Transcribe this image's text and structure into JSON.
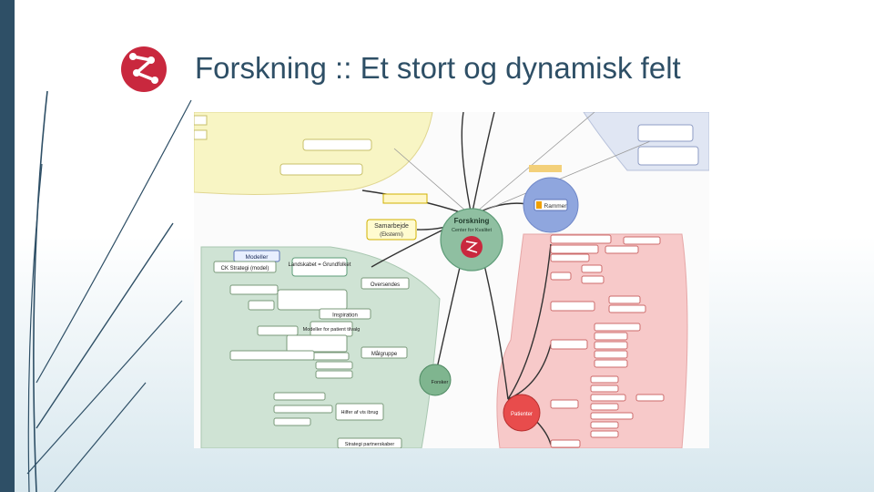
{
  "slide": {
    "title": "Forskning :: Et stort og dynamisk felt",
    "colors": {
      "accent": "#c9283e",
      "title": "#2e4f66",
      "left_bar": "#2e4f66",
      "yellow_region": "#f8f5c4",
      "green_region": "#cfe3d4",
      "red_region": "#f7c9c9",
      "blue_region": "#e0e6f3"
    },
    "logo_icon": "share-network-icon"
  },
  "mindmap": {
    "center": {
      "label": "Forskning",
      "sublabel": "Center for Kvalitet"
    },
    "samarbejde": {
      "label": "Samarbejde",
      "sublabel": "(Eksterni)"
    },
    "rammer": {
      "label": "Rammer"
    },
    "green_nodes": {
      "modeller": "Modeller",
      "ck_strategi": "CK Strategi (model)",
      "landskabet": "Landskabet = Grundfolket",
      "oversendes": "Oversendes",
      "inspiration": "Inspiration",
      "modeller_for": "Modeller for patient tilvalg",
      "maalgruppe": "Målgruppe",
      "forsker": "Forsker",
      "hilfer": "Hilfer af vis ibrug",
      "strategi_partner": "Strategi partnerskaber"
    },
    "red_nodes": {
      "patienter": "Patienter"
    }
  }
}
